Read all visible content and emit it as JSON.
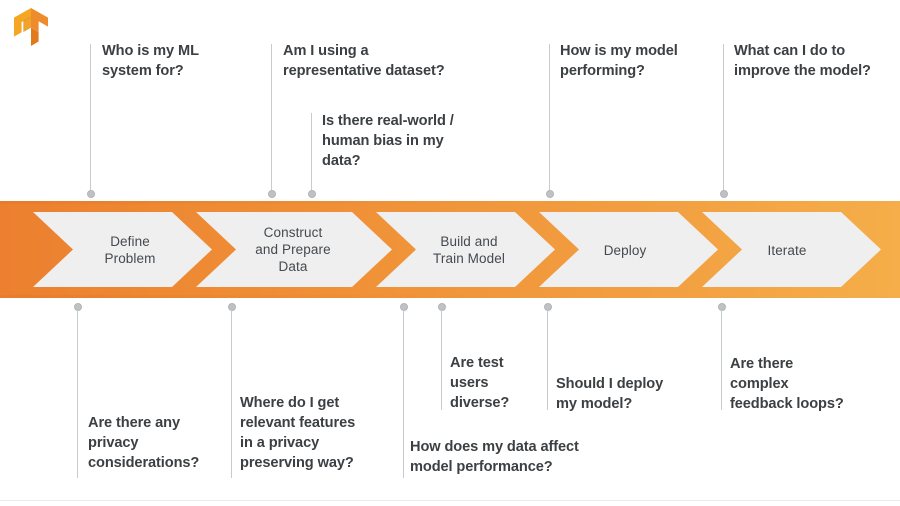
{
  "logo": {
    "name": "tensorflow-logo",
    "colors": {
      "light": "#F5A623",
      "mid": "#E8821E",
      "dark": "#D9761A"
    }
  },
  "theme": {
    "band_gradient_start": "#EC8030",
    "band_gradient_end": "#F5AE49",
    "chevron_fill": "#EFEFEF",
    "text_color": "#3C4043",
    "connector_color": "#C8CACC"
  },
  "pipeline": {
    "name": "ml-lifecycle-pipeline",
    "stages": [
      {
        "id": "define-problem",
        "label": "Define\nProblem"
      },
      {
        "id": "construct-prepare-data",
        "label": "Construct\nand Prepare\nData"
      },
      {
        "id": "build-train-model",
        "label": "Build and\nTrain Model"
      },
      {
        "id": "deploy",
        "label": "Deploy"
      },
      {
        "id": "iterate",
        "label": "Iterate"
      }
    ]
  },
  "questions_above": [
    {
      "id": "q-who-is-my-ml-system-for",
      "text": "Who is my ML\nsystem for?"
    },
    {
      "id": "q-representative-dataset",
      "text": "Am I using a\nrepresentative dataset?"
    },
    {
      "id": "q-real-world-human-bias",
      "text": "Is there real-world /\nhuman bias in my\ndata?"
    },
    {
      "id": "q-how-is-my-model-performing",
      "text": "How is my model\nperforming?"
    },
    {
      "id": "q-improve-the-model",
      "text": "What can I do to\nimprove the model?"
    }
  ],
  "questions_below": [
    {
      "id": "q-privacy-considerations",
      "text": "Are there any\nprivacy\nconsiderations?"
    },
    {
      "id": "q-relevant-features-privacy",
      "text": "Where do I get\nrelevant features\nin a privacy\npreserving way?"
    },
    {
      "id": "q-test-users-diverse",
      "text": "Are test\nusers\ndiverse?"
    },
    {
      "id": "q-data-affect-performance",
      "text": "How does my data affect\nmodel performance?"
    },
    {
      "id": "q-should-i-deploy",
      "text": "Should I deploy\nmy model?"
    },
    {
      "id": "q-complex-feedback-loops",
      "text": "Are there\ncomplex\nfeedback loops?"
    }
  ]
}
